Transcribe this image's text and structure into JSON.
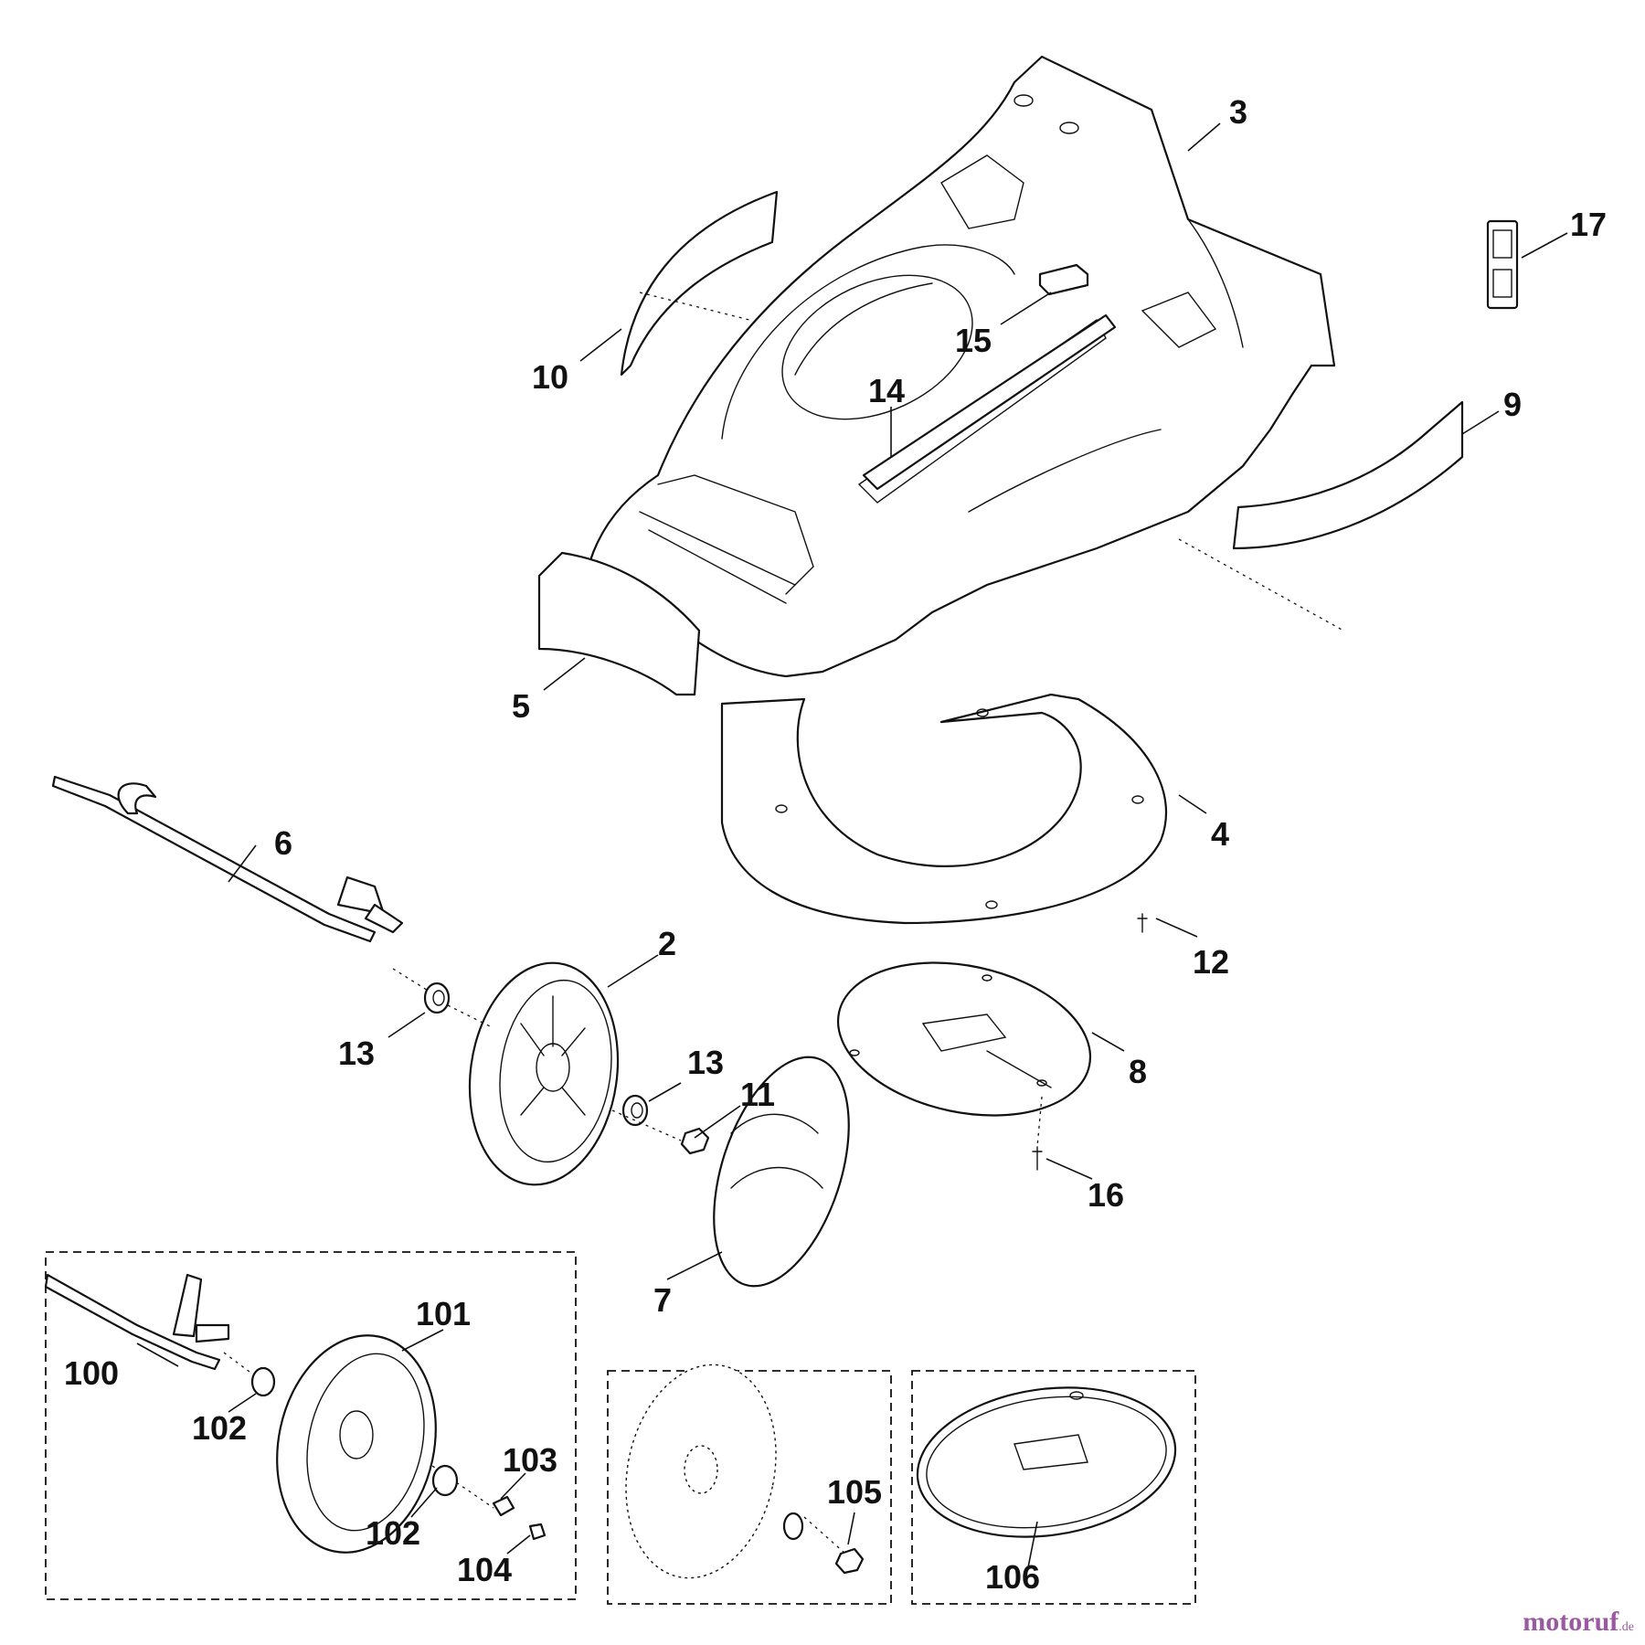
{
  "diagram": {
    "labels": [
      "2",
      "3",
      "4",
      "5",
      "6",
      "7",
      "8",
      "9",
      "10",
      "11",
      "12",
      "13",
      "13",
      "14",
      "15",
      "16",
      "17",
      "100",
      "101",
      "102",
      "102",
      "103",
      "104",
      "105",
      "106"
    ]
  },
  "logo": {
    "main": "motoruf",
    "tld": ".de"
  },
  "colors": {
    "ink": "#111111",
    "logo": "#9a5aa0"
  }
}
